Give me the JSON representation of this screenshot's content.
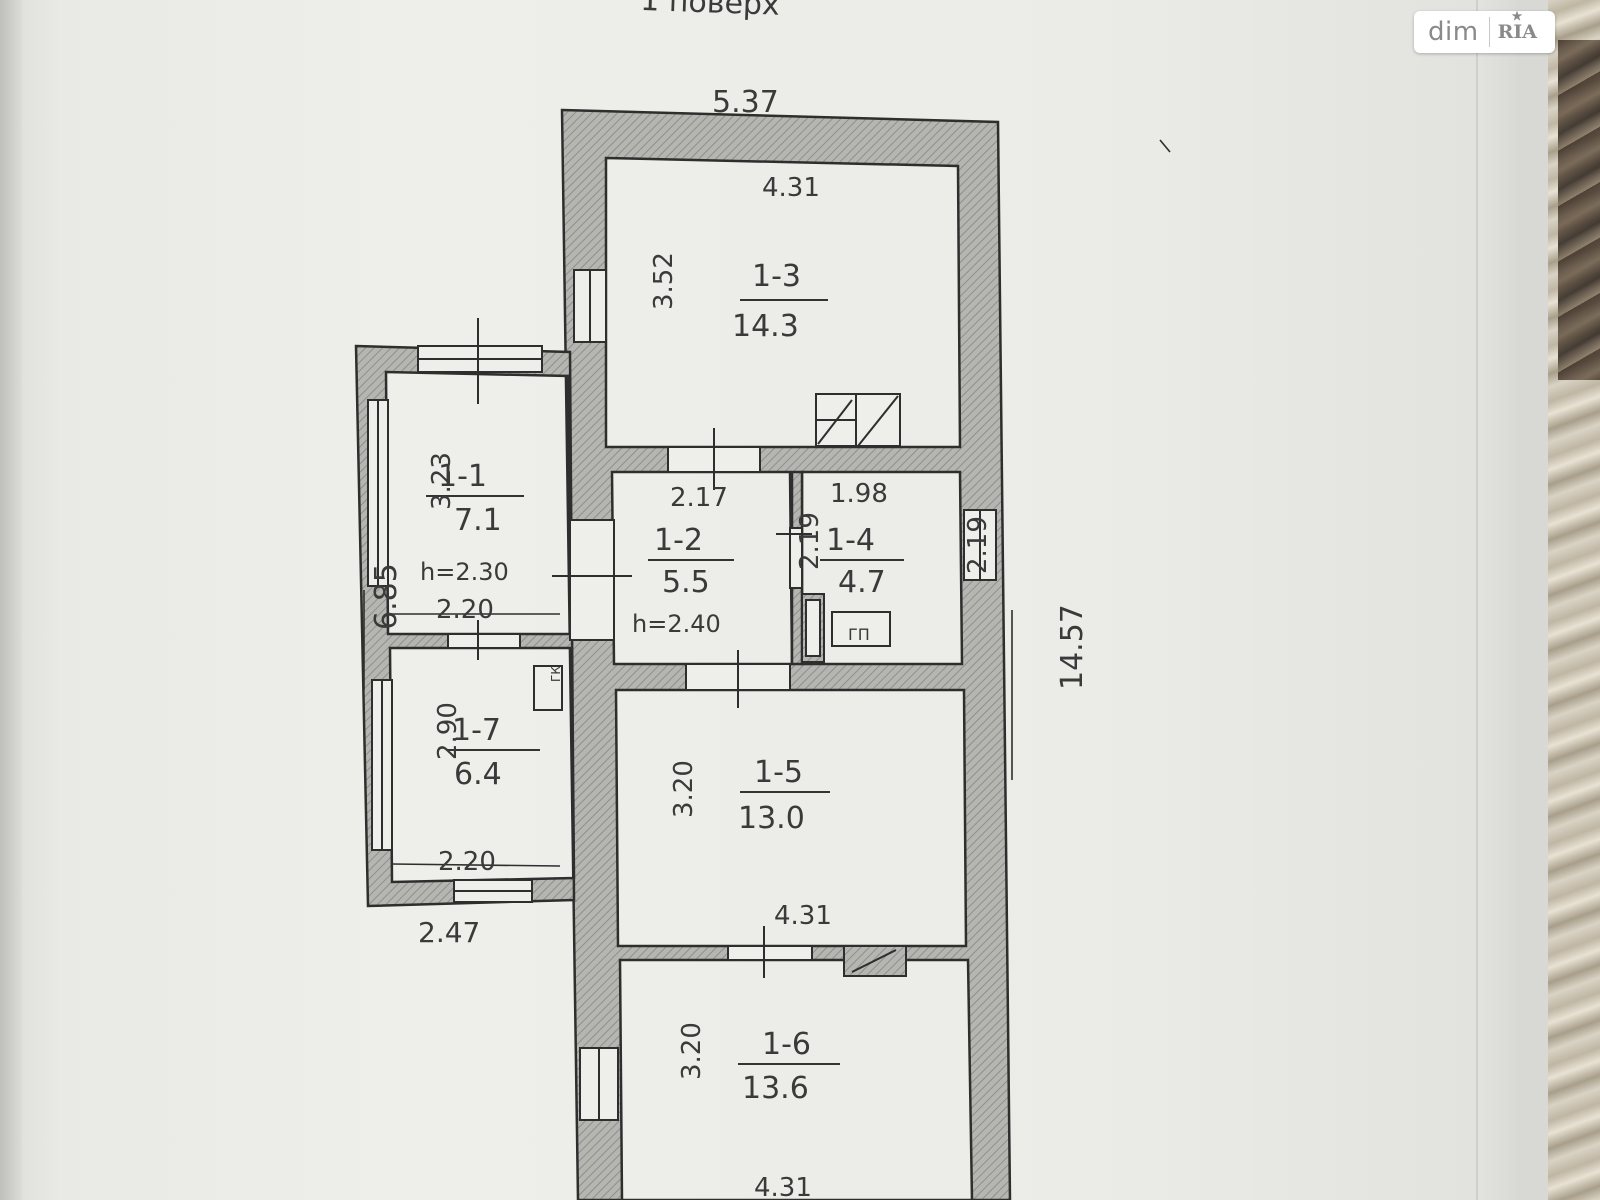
{
  "header_text": "1 поверх",
  "logo": {
    "brand": "dim",
    "brand_suffix": "RIA",
    "star": "★"
  },
  "rooms": [
    {
      "id": "1-1",
      "area": "7.1"
    },
    {
      "id": "1-2",
      "area": "5.5"
    },
    {
      "id": "1-3",
      "area": "14.3"
    },
    {
      "id": "1-4",
      "area": "4.7"
    },
    {
      "id": "1-5",
      "area": "13.0"
    },
    {
      "id": "1-6",
      "area": "13.6"
    },
    {
      "id": "1-7",
      "area": "6.4"
    }
  ],
  "heights": {
    "room_1_1": "h=2.30",
    "room_1_2": "h=2.40"
  },
  "dimensions": {
    "total_width": "5.37",
    "total_length": "14.57",
    "annex_length": "6.85",
    "annex_width": "2.47",
    "room_1_3_width": "4.31",
    "room_1_3_depth": "3.52",
    "room_1_1_depth": "3.23",
    "room_1_1_width": "2.20",
    "room_1_7_width": "2.20",
    "room_1_7_depth": "2.90",
    "room_1_2_width": "2.17",
    "room_1_2_depth": "2.19",
    "room_1_4_width": "1.98",
    "room_1_4_depth": "2.19",
    "room_1_5_width": "4.31",
    "room_1_5_depth": "3.20",
    "room_1_6_depth": "3.20",
    "room_1_6_width": "4.31"
  },
  "fixtures": {
    "boiler_label": "ГК",
    "cooker_label": "ГП"
  },
  "colors": {
    "wall_fill": "#9c9c98",
    "line": "#2e2e2e",
    "paper": "#eeeeea"
  }
}
